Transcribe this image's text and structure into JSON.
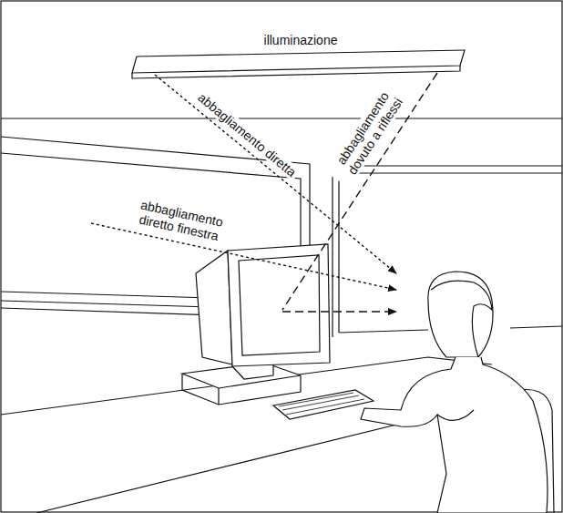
{
  "diagram": {
    "labels": [
      "illuminazione",
      "abbagliamento diretta",
      "abbagliamento dovuto a riflessi",
      "abbagliamento diretto finestra"
    ]
  }
}
